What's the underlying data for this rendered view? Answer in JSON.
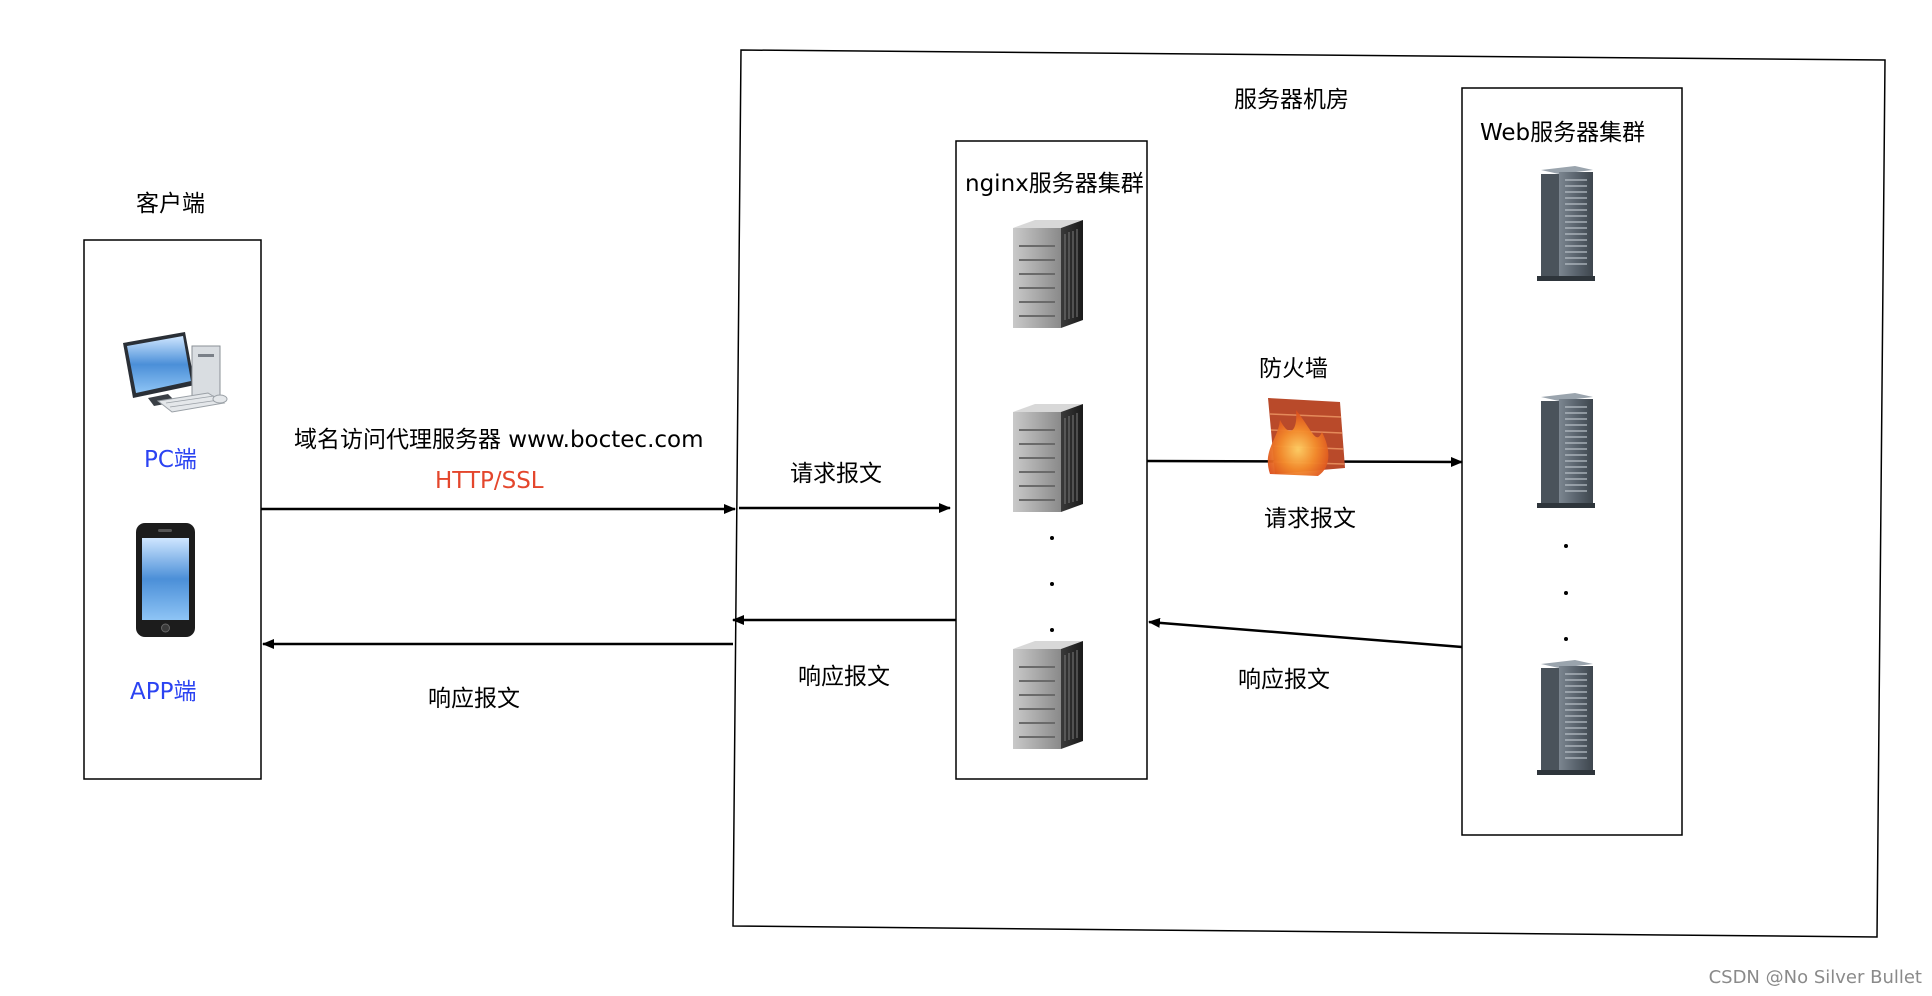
{
  "client": {
    "title": "客户端",
    "pc_label": "PC端",
    "app_label": "APP端"
  },
  "datacenter": {
    "title": "服务器机房",
    "nginx_title": "nginx服务器集群",
    "web_title": "Web服务器集群",
    "firewall_label": "防火墙"
  },
  "arrows": {
    "client_request_label": "域名访问代理服务器 www.boctec.com",
    "protocol_label": "HTTP/SSL",
    "client_response_label": "响应报文",
    "dc_request_label": "请求报文",
    "dc_response_label": "响应报文",
    "fw_request_label": "请求报文",
    "web_response_label": "响应报文"
  },
  "colors": {
    "device_label": "#2b43f2",
    "protocol": "#e4462c"
  },
  "watermark": "CSDN @No Silver Bullet"
}
